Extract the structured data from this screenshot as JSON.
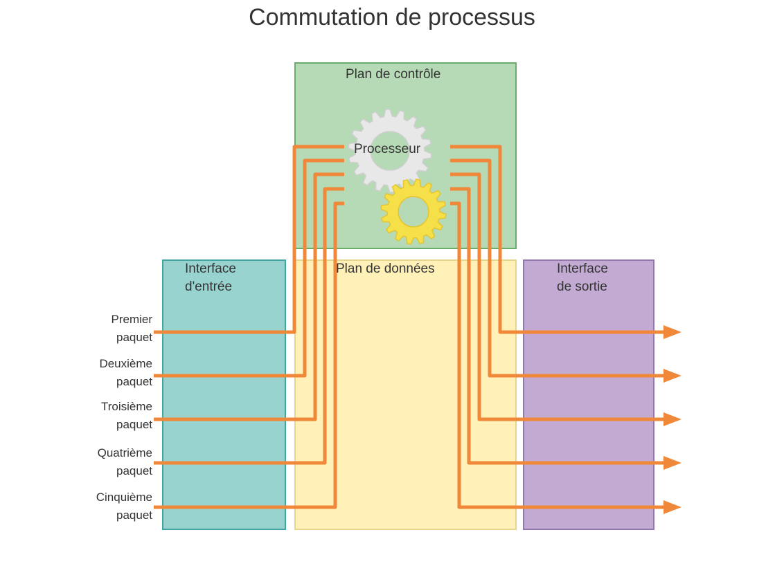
{
  "title": "Commutation de processus",
  "control_plane_label": "Plan de contrôle",
  "data_plane_label": "Plan de données",
  "processor_label": "Processeur",
  "input_interface_label": [
    "Interface",
    "d'entrée"
  ],
  "output_interface_label": [
    "Interface",
    "de sortie"
  ],
  "packets": [
    {
      "line1": "Premier",
      "line2": "paquet"
    },
    {
      "line1": "Deuxième",
      "line2": "paquet"
    },
    {
      "line1": "Troisième",
      "line2": "paquet"
    },
    {
      "line1": "Quatrième",
      "line2": "paquet"
    },
    {
      "line1": "Cinquième",
      "line2": "paquet"
    }
  ],
  "colors": {
    "arrow": "#f0883a",
    "control_plane": "#b6d9b6",
    "data_plane": "#fff1b8",
    "input_interface": "#99d3d0",
    "output_interface": "#c2aad3",
    "gear_large": "#e8e8e8",
    "gear_small": "#f5e04a"
  }
}
